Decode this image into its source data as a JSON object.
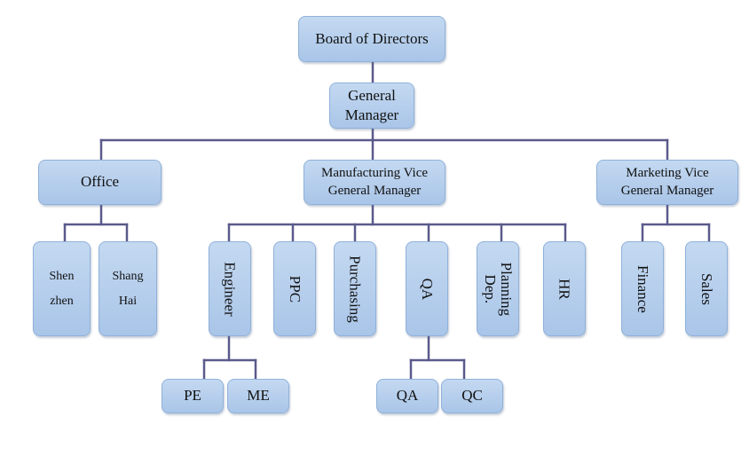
{
  "org_chart": {
    "board": "Board of Directors",
    "general_manager": [
      "General",
      "Manager"
    ],
    "office": "Office",
    "manufacturing": [
      "Manufacturing Vice",
      "General Manager"
    ],
    "marketing": [
      "Marketing Vice",
      "General Manager"
    ],
    "shenzhen": [
      "Shen",
      "zhen"
    ],
    "shanghai": [
      "Shang",
      "Hai"
    ],
    "engineer": "Engineer",
    "ppc": "PPC",
    "purchasing": "Purchasing",
    "qa": "QA",
    "planning": [
      "Planning",
      "Dep."
    ],
    "hr": "HR",
    "finance": "Finance",
    "sales": "Sales",
    "pe": "PE",
    "me": "ME",
    "qa_sub": "QA",
    "qc": "QC"
  },
  "colors": {
    "box_fill_top": "#c4d9f1",
    "box_fill_bottom": "#a9c5e8",
    "connector": "#5a5a8c"
  }
}
